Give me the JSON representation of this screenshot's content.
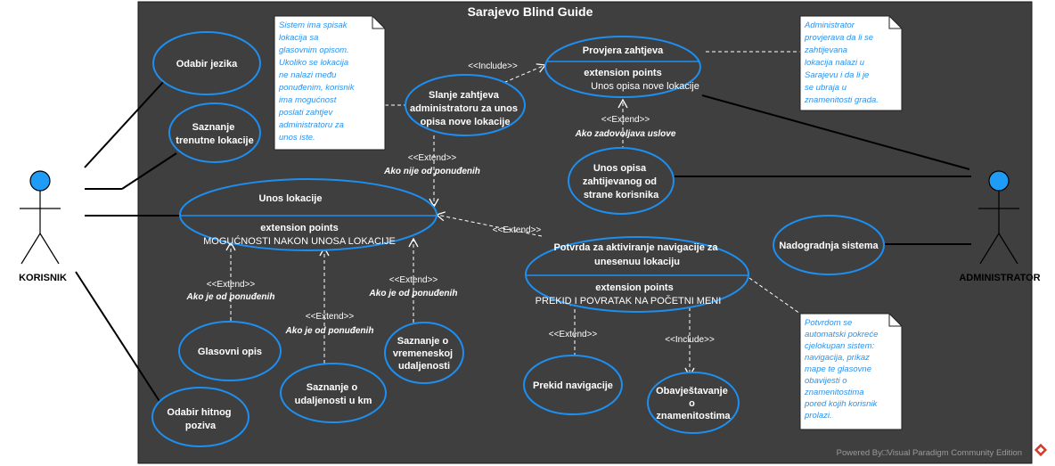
{
  "diagram": {
    "title": "Sarajevo Blind Guide",
    "watermark": "Powered By□Visual Paradigm Community Edition"
  },
  "actors": {
    "korisnik": "KORISNIK",
    "administrator": "ADMINISTRATOR"
  },
  "use_cases": {
    "odabir_jezika": [
      "Odabir jezika"
    ],
    "saznanje_lokacije": [
      "Saznanje",
      "trenutne lokacije"
    ],
    "odabir_hitnog": [
      "Odabir hitnog",
      "poziva"
    ],
    "slanje_zahtjeva": [
      "Slanje zahtjeva",
      "administratoru za unos",
      "opisa nove lokacije"
    ],
    "provjera": {
      "name": "Provjera zahtjeva",
      "ext_title": "extension points",
      "ext_point": "Unos opisa nove lokacije"
    },
    "unos_opisa": [
      "Unos opisa",
      "zahtijevanog od",
      "strane korisnika"
    ],
    "unos_lokacije": {
      "name": "Unos lokacije",
      "ext_title": "extension points",
      "ext_point": "MOGUĆNOSTI NAKON UNOSA LOKACIJE"
    },
    "potvrda": {
      "name": [
        "Potvrda za aktiviranje navigacije za",
        "unesenuu lokaciju"
      ],
      "ext_title": "extension points",
      "ext_point": "PREKID I POVRATAK NA POČETNI MENI"
    },
    "nadogradnja": [
      "Nadogradnja sistema"
    ],
    "glasovni_opis": [
      "Glasovni opis"
    ],
    "saznanje_udaljenosti": [
      "Saznanje o",
      "udaljenosti u km"
    ],
    "saznanje_vremenske": [
      "Saznanje o",
      "vremeneskoj",
      "udaljenosti"
    ],
    "prekid": [
      "Prekid navigacije"
    ],
    "obavjestavanje": [
      "Obavještavanje",
      "o",
      "znamenitostima"
    ]
  },
  "relations": {
    "include_1": "<<Include>>",
    "extend_1": "<<Extend>>",
    "cond_1": "Ako zadovoljava uslove",
    "extend_2": "<<Extend>>",
    "cond_2": "Ako nije od ponuđenih",
    "extend_3": "<<Extend>>",
    "extend_4": "<<Extend>>",
    "cond_4": "Ako je od ponuđenih",
    "extend_5": "<<Extend>>",
    "cond_5": "Ako je od ponuđenih",
    "extend_6": "<<Extend>>",
    "cond_6": "Ako je od ponuđenih",
    "extend_7": "<<Extend>>",
    "include_2": "<<Include>>"
  },
  "notes": {
    "note_sistem": [
      "Sistem ima spisak",
      "lokacija sa",
      "glasovnim opisom.",
      "Ukoliko se lokacija",
      "ne nalazi među",
      "ponuđenim, korisnik",
      "ima mogućnost",
      "poslati zahtjev",
      "administratoru za",
      "unos iste."
    ],
    "note_admin": [
      "Administrator",
      "provjerava da li se",
      "zahtijevana",
      "lokacija nalazi u",
      "Sarajevu i da li je",
      "se ubraja u",
      "znamenitosti grada."
    ],
    "note_potvrda": [
      "Potvrdom se",
      "automatski pokreće",
      "cjelokupan sistem:",
      "navigacija, prikaz",
      "mape te glasovne",
      "obavijesti o",
      "znamenitostima",
      "pored kojih korisnik",
      "prolazi."
    ]
  },
  "colors": {
    "background": "#3f3f3f",
    "ellipse_stroke": "#1d8ff0",
    "actor_head": "#1e9cf7",
    "note_text": "#2a92ee",
    "line": "#000000",
    "dashed": "#ffffff"
  }
}
